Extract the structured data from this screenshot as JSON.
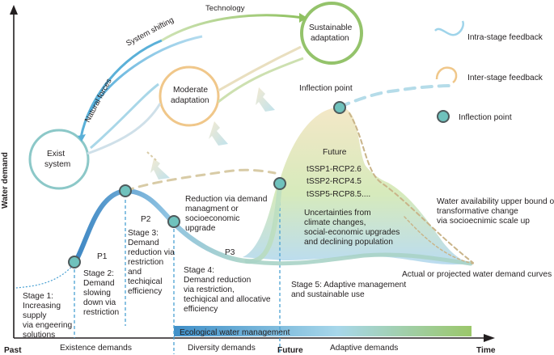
{
  "axes": {
    "y_label": "Water demand",
    "x_start": "Past",
    "x_future": "Future",
    "x_end": "Time"
  },
  "phase_labels": {
    "existence": "Existence demands",
    "diversity": "Diversity demands",
    "adaptive": "Adaptive demands"
  },
  "ecological_bar": "Ecological water management",
  "cycle": {
    "exist_system": [
      "Exist",
      "system"
    ],
    "moderate": [
      "Moderate",
      "adaptation"
    ],
    "sustainable": [
      "Sustainable",
      "adaptation"
    ],
    "natural_forces": "Natural forces",
    "system_shifting": "System shifting",
    "technology": "Technology"
  },
  "legend": {
    "intra": "Intra-stage feedback",
    "inter": "Inter-stage feedback",
    "inflection": "Inflection point"
  },
  "inflection_label": "Inflection point",
  "points": {
    "p1": "P1",
    "p2": "P2",
    "p3": "P3"
  },
  "stages": {
    "stage1": [
      "Stage 1:",
      "Increasing",
      "supply",
      "via engeering",
      "solutions"
    ],
    "stage2": [
      "Stage 2:",
      "Demand",
      "slowing",
      "down via",
      "restriction"
    ],
    "stage3": [
      "Stage 3:",
      "Demand",
      "reduction via",
      "restriction",
      "and",
      "techiqical",
      "efficiency"
    ],
    "stage4": [
      "Stage 4:",
      "Demand reduction",
      "via restriction,",
      "techiqical and allocative",
      "efficiency"
    ],
    "stage5": [
      "Stage 5: Adaptive management",
      "and sustainable use"
    ]
  },
  "reduction_note": [
    "Reduction via demand",
    "managment or",
    "socioeconomic",
    "upgrade"
  ],
  "future_block": {
    "title": "Future",
    "scenarios": [
      "tSSP1-RCP2.6",
      "tSSP2-RCP4.5",
      "tSSP5-RCP8.5...."
    ],
    "uncertainties": [
      "Uncertainties from",
      "climate changes,",
      "social-economic upgrades",
      "and declining population"
    ]
  },
  "upper_bound_note": [
    "Water availability upper bound or",
    "transformative change",
    "via socioecnimic scale up"
  ],
  "curves_note": "Actual or projected water demand curves",
  "colors": {
    "curve_blue": "#4a90c8",
    "curve_light": "#a9d3e8",
    "dashed_tan": "#c9b489",
    "inflection_fill": "#6fc2bd",
    "ring_green": "#94c36b",
    "ring_teal": "#8cc8c8",
    "ring_orange": "#f0c78a",
    "eco_bar_start": "#3f8fc8",
    "eco_bar_end": "#9bc76a"
  }
}
